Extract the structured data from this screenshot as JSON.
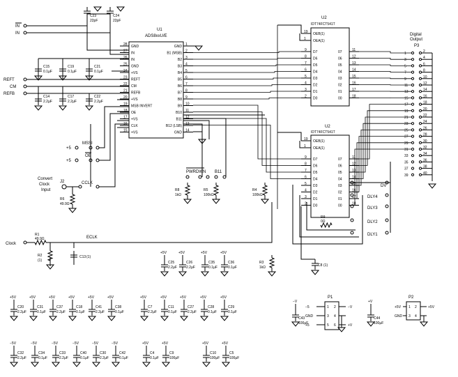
{
  "u1": {
    "ref": "U1",
    "part": "ADS8xxU/E",
    "left_pins": [
      {
        "num": "28",
        "name": "GND"
      },
      {
        "num": "27",
        "name": "IN"
      },
      {
        "num": "26",
        "name": "IN"
      },
      {
        "num": "25",
        "name": "GND"
      },
      {
        "num": "24",
        "name": "+VS"
      },
      {
        "num": "23",
        "name": "REFT"
      },
      {
        "num": "22",
        "name": "CM"
      },
      {
        "num": "21",
        "name": "REFB"
      },
      {
        "num": "20",
        "name": "+VS"
      },
      {
        "num": "19",
        "name": "MSB INVERT"
      },
      {
        "num": "18",
        "name": "OE"
      },
      {
        "num": "17",
        "name": "+VS"
      },
      {
        "num": "16",
        "name": "CLK"
      },
      {
        "num": "15",
        "name": "+VS"
      }
    ],
    "right_pins": [
      {
        "num": "1",
        "name": "GND"
      },
      {
        "num": "2",
        "name": "B1 (MSB)"
      },
      {
        "num": "3",
        "name": "B2"
      },
      {
        "num": "4",
        "name": "B3"
      },
      {
        "num": "5",
        "name": "B4"
      },
      {
        "num": "6",
        "name": "B5"
      },
      {
        "num": "7",
        "name": "B6"
      },
      {
        "num": "8",
        "name": "B7"
      },
      {
        "num": "9",
        "name": "B8"
      },
      {
        "num": "10",
        "name": "B9"
      },
      {
        "num": "11",
        "name": "B10"
      },
      {
        "num": "12",
        "name": "B11"
      },
      {
        "num": "13",
        "name": "B12 (LSB)"
      },
      {
        "num": "14",
        "name": "GND"
      }
    ]
  },
  "u2a": {
    "ref": "U2",
    "part": "IDT74FCT541T",
    "enables": [
      {
        "num": "19",
        "name": "OEB(1)"
      },
      {
        "num": "1",
        "name": "OEA(1)"
      }
    ],
    "pins": [
      {
        "dn": "9",
        "d": "D7",
        "o": "07",
        "on": "11"
      },
      {
        "dn": "8",
        "d": "D6",
        "o": "06",
        "on": "12"
      },
      {
        "dn": "7",
        "d": "D5",
        "o": "05",
        "on": "13"
      },
      {
        "dn": "6",
        "d": "D4",
        "o": "04",
        "on": "14"
      },
      {
        "dn": "5",
        "d": "D3",
        "o": "03",
        "on": "15"
      },
      {
        "dn": "4",
        "d": "D2",
        "o": "02",
        "on": "16"
      },
      {
        "dn": "3",
        "d": "D1",
        "o": "01",
        "on": "17"
      },
      {
        "dn": "2",
        "d": "D0",
        "o": "00",
        "on": "18"
      }
    ]
  },
  "u2b": {
    "ref": "U2",
    "part": "IDT74FCT541T",
    "enables": [
      {
        "num": "19",
        "name": "OEB(1)"
      },
      {
        "num": "1",
        "name": "OEA(1)"
      }
    ],
    "pins": [
      {
        "dn": "9",
        "d": "D7",
        "o": "07",
        "on": "11"
      },
      {
        "dn": "8",
        "d": "D6",
        "o": "06",
        "on": "12"
      },
      {
        "dn": "7",
        "d": "D5",
        "o": "05",
        "on": "13"
      },
      {
        "dn": "6",
        "d": "D4",
        "o": "04",
        "on": "14"
      },
      {
        "dn": "5",
        "d": "D3",
        "o": "03",
        "on": "15"
      },
      {
        "dn": "4",
        "d": "D2",
        "o": "02",
        "on": "16"
      },
      {
        "dn": "3",
        "d": "D1",
        "o": "01",
        "on": "17"
      },
      {
        "dn": "2",
        "d": "D0",
        "o": "00",
        "on": "18"
      }
    ]
  },
  "p3": {
    "title1": "Digital",
    "title2": "Output",
    "ref": "P3",
    "left": [
      "1",
      "3",
      "5",
      "7",
      "9",
      "11",
      "13",
      "15",
      "17",
      "19",
      "21",
      "23",
      "25",
      "27",
      "29",
      "31",
      "33",
      "35",
      "37",
      "39"
    ],
    "right": [
      "2",
      "4",
      "6",
      "8",
      "10",
      "12",
      "14",
      "16",
      "18",
      "20",
      "22",
      "24",
      "26",
      "28",
      "30",
      "32",
      "34",
      "36",
      "38",
      "40"
    ]
  },
  "inputs": {
    "in_bar": "IN",
    "in": "IN",
    "reft": "REFT",
    "cm": "CM",
    "refb": "REFB",
    "mssi": "MSSI",
    "oe": "OE",
    "plus5_a": "+5",
    "plus5_b": "+5",
    "plus5_c": "+5",
    "plus5_d": "+5",
    "plus5_e": "+5",
    "convert1": "Convert",
    "convert2": "Clock",
    "convert3": "Input",
    "j2": "J2",
    "cclk": "CCLK",
    "clock": "Clock",
    "eclk": "ECLK"
  },
  "nets": {
    "pwrdwn": "PWRDWN",
    "b11": "B11",
    "dv": "DV",
    "dly4": "DLY4",
    "dly3": "DLY3",
    "dly2": "DLY2",
    "dly1": "DLY1"
  },
  "caps_top": [
    {
      "ref": "C23",
      "val": "22pF"
    },
    {
      "ref": "C24",
      "val": "22pF"
    }
  ],
  "caps_mid": [
    {
      "ref": "C15",
      "val": "0.1µF"
    },
    {
      "ref": "C19",
      "val": "0.1µF"
    },
    {
      "ref": "C21",
      "val": "0.1µF"
    },
    {
      "ref": "C14",
      "val": "2.2µF"
    },
    {
      "ref": "C17",
      "val": "2.2µF"
    },
    {
      "ref": "C22",
      "val": "2.2µF"
    }
  ],
  "resistors": [
    {
      "ref": "R8",
      "val": "1kΩ"
    },
    {
      "ref": "R5",
      "val": "100kΩ"
    },
    {
      "ref": "R4",
      "val": "100kΩ"
    },
    {
      "ref": "R6",
      "val": "49.9Ω"
    },
    {
      "ref": "R1",
      "val": "49.9Ω"
    },
    {
      "ref": "R2",
      "val": "(1)"
    },
    {
      "ref": "R3",
      "val": "1kΩ"
    },
    {
      "ref": "R9",
      "val": "0Ω"
    }
  ],
  "caps_misc": [
    {
      "ref": "C13",
      "val": "(1)"
    },
    {
      "ref": "C8",
      "val": "(1)"
    }
  ],
  "bypass_row1": [
    {
      "v": "+5V",
      "ref": "C25",
      "val": "2.2µF"
    },
    {
      "v": "+5V",
      "ref": "C26",
      "val": "2.2µF"
    },
    {
      "v": "+5V",
      "ref": "C35",
      "val": "0.1µF"
    },
    {
      "v": "+5V",
      "ref": "C36",
      "val": "0.1µF"
    }
  ],
  "bypass_row2": [
    {
      "v": "+5V",
      "ref": "C20",
      "val": "2.2µF"
    },
    {
      "v": "+5V",
      "ref": "C31",
      "val": "0.1µF"
    },
    {
      "v": "+5V",
      "ref": "C37",
      "val": "2.2µF"
    },
    {
      "v": "+5V",
      "ref": "C18",
      "val": "0.1µF"
    },
    {
      "v": "+5V",
      "ref": "C41",
      "val": "2.2µF"
    },
    {
      "v": "+5V",
      "ref": "C38",
      "val": "0.1µF"
    },
    {
      "v": "+5V",
      "ref": "C7",
      "val": "2.2µF"
    },
    {
      "v": "+5V",
      "ref": "C11",
      "val": "0.1µF"
    },
    {
      "v": "+5V",
      "ref": "C27",
      "val": "2.2µF"
    },
    {
      "v": "+5V",
      "ref": "C28",
      "val": "0.1µF"
    },
    {
      "v": "+5V",
      "ref": "C29",
      "val": "0.1µF"
    }
  ],
  "bypass_row3": [
    {
      "v": "−5V",
      "ref": "C32",
      "val": "2.2µF"
    },
    {
      "v": "−5V",
      "ref": "C34",
      "val": "0.1µF"
    },
    {
      "v": "−5V",
      "ref": "C33",
      "val": "2.2µF"
    },
    {
      "v": "−5V",
      "ref": "C40",
      "val": "0.1µF"
    },
    {
      "v": "−5V",
      "ref": "C30",
      "val": "2.2µF"
    },
    {
      "v": "−5V",
      "ref": "C42",
      "val": "0.1µF"
    },
    {
      "v": "+5V",
      "ref": "C4",
      "val": "0.1µF"
    },
    {
      "v": "+5V",
      "ref": "C9",
      "val": "100µF"
    },
    {
      "v": "+5V",
      "ref": "C10",
      "val": "100µF"
    },
    {
      "v": "+5V",
      "ref": "C5",
      "val": "100µF"
    }
  ],
  "p1": {
    "ref": "P1",
    "c43": {
      "v": "−V",
      "ref": "C43",
      "val": "100µF"
    },
    "c44": {
      "v": "+V",
      "ref": "C44",
      "val": "100µF"
    },
    "rows": [
      {
        "l": "−5",
        "pa": "1",
        "pb": "2",
        "r": "−V"
      },
      {
        "l": "GND",
        "pa": "3",
        "pb": "4",
        "r": ""
      },
      {
        "l": "+5",
        "pa": "5",
        "pb": "6",
        "r": "+V"
      }
    ]
  },
  "p2": {
    "ref": "P2",
    "rows": [
      {
        "l": "+5V",
        "pa": "1",
        "pb": "2",
        "r": "+5V"
      },
      {
        "l": "GND",
        "pa": "3",
        "pb": "4",
        "r": ""
      }
    ]
  }
}
